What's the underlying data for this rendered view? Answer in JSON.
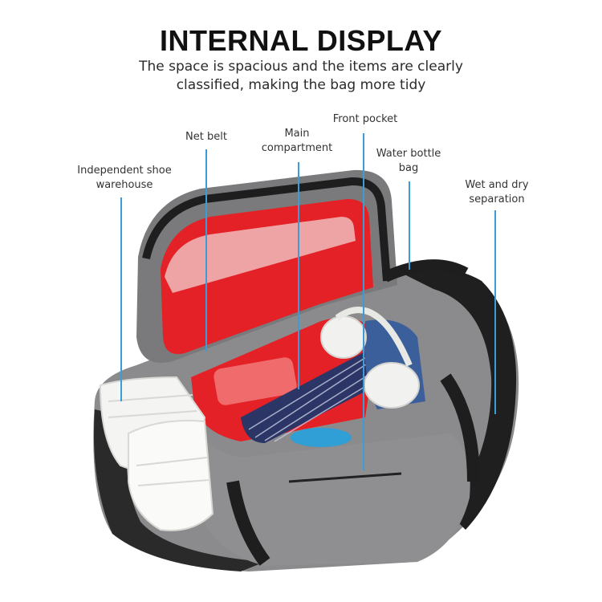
{
  "header": {
    "title": "INTERNAL DISPLAY",
    "subtitle_line1": "The space is spacious and the items are clearly",
    "subtitle_line2": "classified, making the bag more tidy"
  },
  "callouts": {
    "shoe": {
      "line1": "Independent shoe",
      "line2": "warehouse"
    },
    "net_belt": {
      "line1": "Net belt"
    },
    "main": {
      "line1": "Main",
      "line2": "compartment"
    },
    "front": {
      "line1": "Front pocket"
    },
    "bottle": {
      "line1": "Water bottle",
      "line2": "bag"
    },
    "wetdry": {
      "line1": "Wet and dry",
      "line2": "separation"
    }
  },
  "colors": {
    "accent_line": "#3d9bd6",
    "bag_gray": "#8a8a8c",
    "bag_black": "#1e1e1e",
    "lining_red": "#e32127"
  }
}
